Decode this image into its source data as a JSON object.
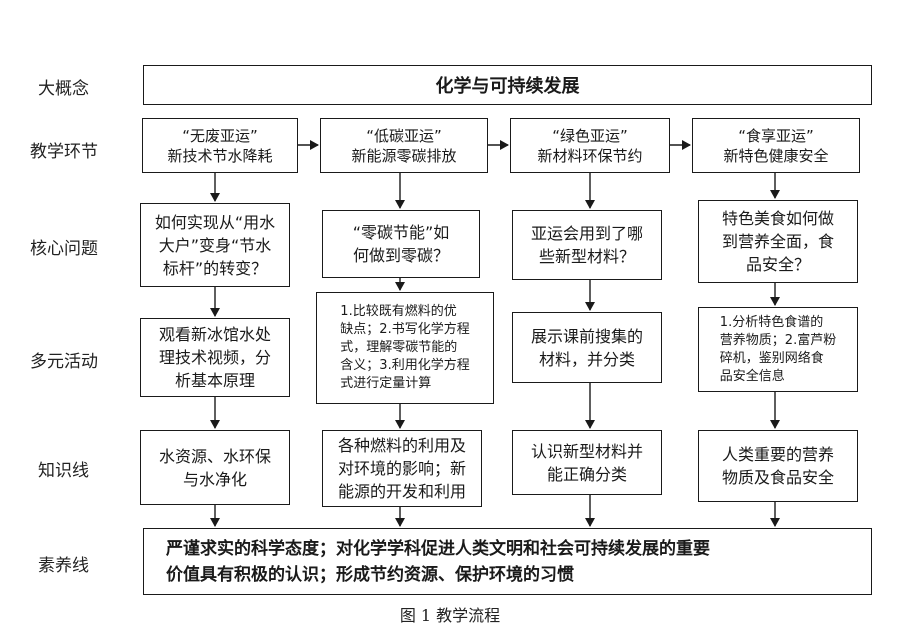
{
  "rows": {
    "concept": "大概念",
    "teaching": "教学环节",
    "core": "核心问题",
    "activity": "多元活动",
    "knowledge": "知识线",
    "literacy": "素养线"
  },
  "concept_text": "化学与可持续发展",
  "columns": [
    {
      "teaching": "“无废亚运”\n新技术节水降耗",
      "core": "如何实现从“用水\n大户”变身“节水\n标杆”的转变？",
      "activity": "观看新冰馆水处\n理技术视频，分\n析基本原理",
      "knowledge": "水资源、水环保\n与水净化"
    },
    {
      "teaching": "“低碳亚运”\n新能源零碳排放",
      "core": "“零碳节能”如\n何做到零碳？",
      "activity": "1.比较既有燃料的优\n缺点；2.书写化学方程\n式，理解零碳节能的\n含义；3.利用化学方程\n式进行定量计算",
      "knowledge": "各种燃料的利用及\n对环境的影响；新\n能源的开发和利用"
    },
    {
      "teaching": "“绿色亚运”\n新材料环保节约",
      "core": "亚运会用到了哪\n些新型材料？",
      "activity": "展示课前搜集的\n材料，并分类",
      "knowledge": "认识新型材料并\n能正确分类"
    },
    {
      "teaching": "“食享亚运”\n新特色健康安全",
      "core": "特色美食如何做\n到营养全面，食\n品安全？",
      "activity": "1.分析特色食谱的\n营养物质；2.富芦粉\n碎机，鉴别网络食\n品安全信息",
      "knowledge": "人类重要的营养\n物质及食品安全"
    }
  ],
  "literacy_text": "严谨求实的科学态度；对化学学科促进人类文明和社会可持续发展的重要\n价值具有积极的认识；形成节约资源、保护环境的习惯",
  "caption": "图 1 教学流程"
}
